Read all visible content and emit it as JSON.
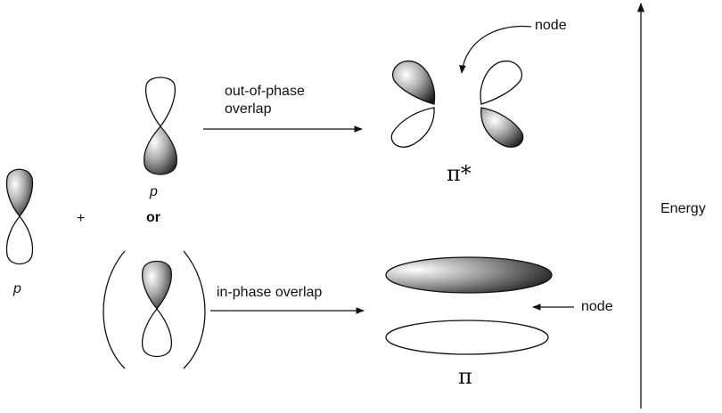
{
  "labels": {
    "p_left": "p",
    "plus": "+",
    "p_middle": "p",
    "or": "or",
    "out_of_phase_line1": "out-of-phase",
    "out_of_phase_line2": "overlap",
    "in_phase": "in-phase overlap",
    "node_top": "node",
    "node_bottom": "node",
    "pi_star": "π*",
    "pi": "π",
    "energy": "Energy"
  },
  "colors": {
    "line": "#111111",
    "shade_light": "#ffffff",
    "shade_dark": "#1a1a1a"
  }
}
